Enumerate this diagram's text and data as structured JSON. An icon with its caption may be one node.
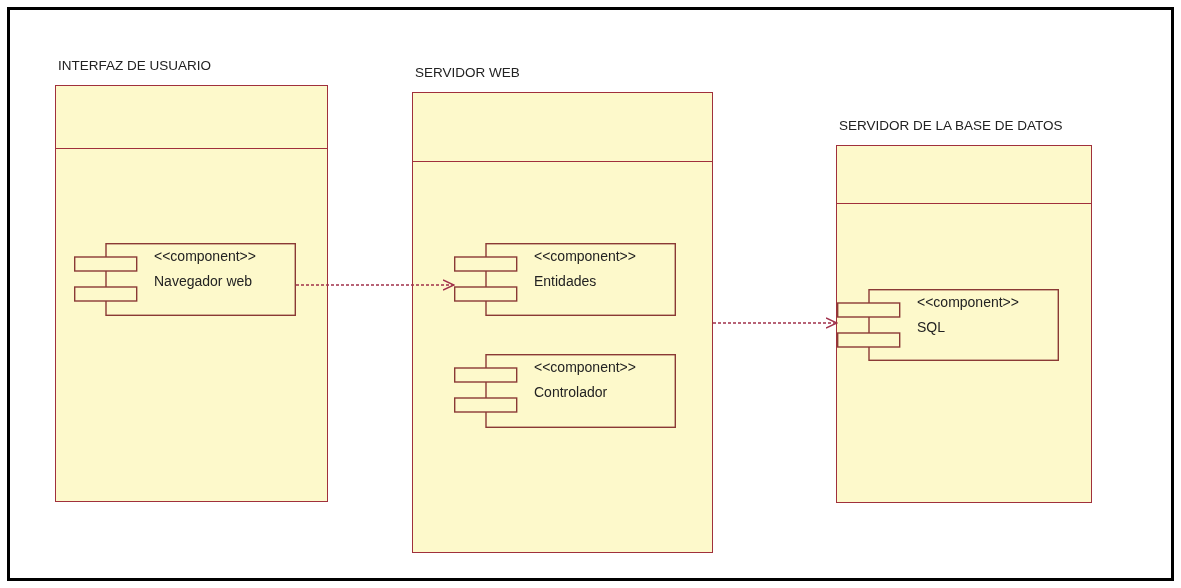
{
  "diagram": {
    "nodes": [
      {
        "text": [
          "INTERFAZ DE USUARIO"
        ]
      },
      {
        "text": [
          "<<component>>",
          "Navegador web"
        ],
        "in": 0
      },
      {
        "text": [
          "SERVIDOR WEB"
        ]
      },
      {
        "text": [
          "<<component>>",
          "Entidades"
        ],
        "in": 2
      },
      {
        "text": [
          "<<component>>",
          "Controlador"
        ],
        "in": 2
      },
      {
        "text": [
          "SERVIDOR DE LA BASE DE DATOS"
        ]
      },
      {
        "text": [
          "<<component>>",
          "SQL"
        ],
        "in": 5
      }
    ],
    "edges": [
      {
        "from": 1,
        "to": 3,
        "arrow": "to",
        "style": "dashed"
      },
      {
        "from": 2,
        "to": 6,
        "arrow": "to",
        "style": "dashed"
      }
    ]
  }
}
